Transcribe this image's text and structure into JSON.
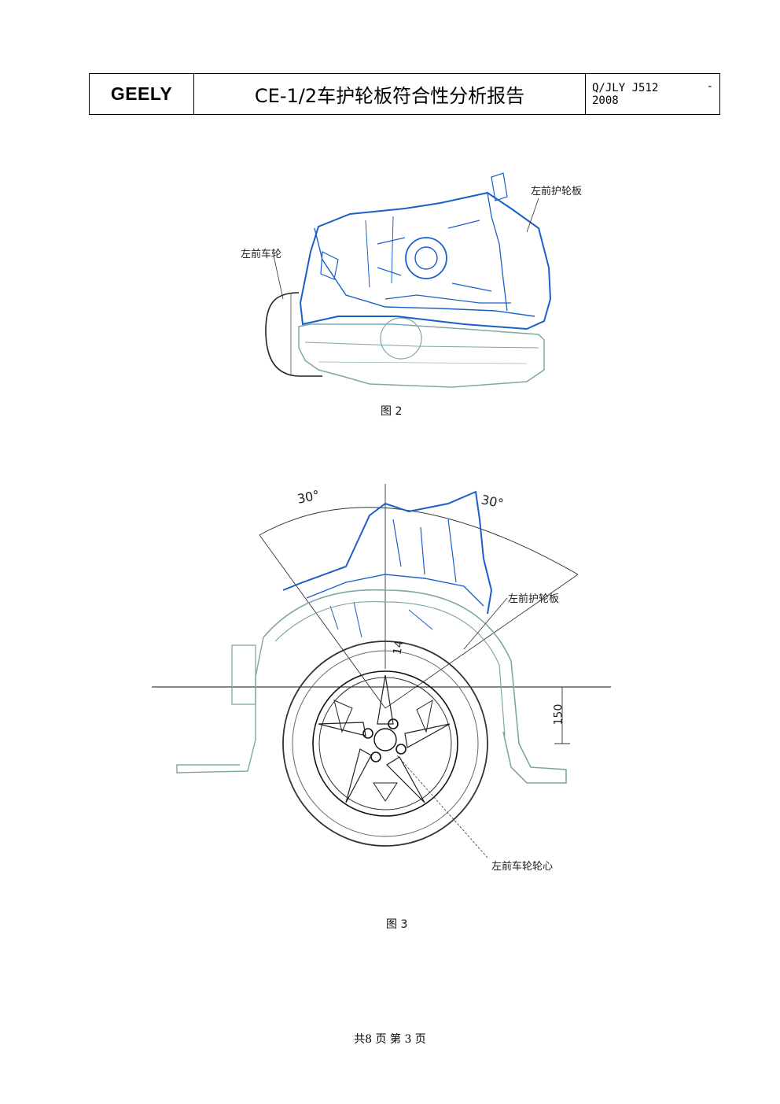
{
  "header": {
    "logo": "GEELY",
    "title": "CE-1/2车护轮板符合性分析报告",
    "code_line1": "Q/JLY  J512",
    "code_dash": "-",
    "code_line2": "2008"
  },
  "figure2": {
    "label_fender": "左前护轮板",
    "label_wheel": "左前车轮",
    "caption": "图 2"
  },
  "figure3": {
    "angle_left": "30°",
    "angle_right": "30°",
    "label_fender": "左前护轮板",
    "label_center": "左前车轮轮心",
    "dim_vertical": "150",
    "dim_slant": "14",
    "caption": "图 3"
  },
  "footer": {
    "text": "共8 页 第 3 页"
  },
  "colors": {
    "blue_drawing": "#1a5fc8",
    "teal_drawing": "#7fa6a6",
    "black_line": "#000000"
  }
}
